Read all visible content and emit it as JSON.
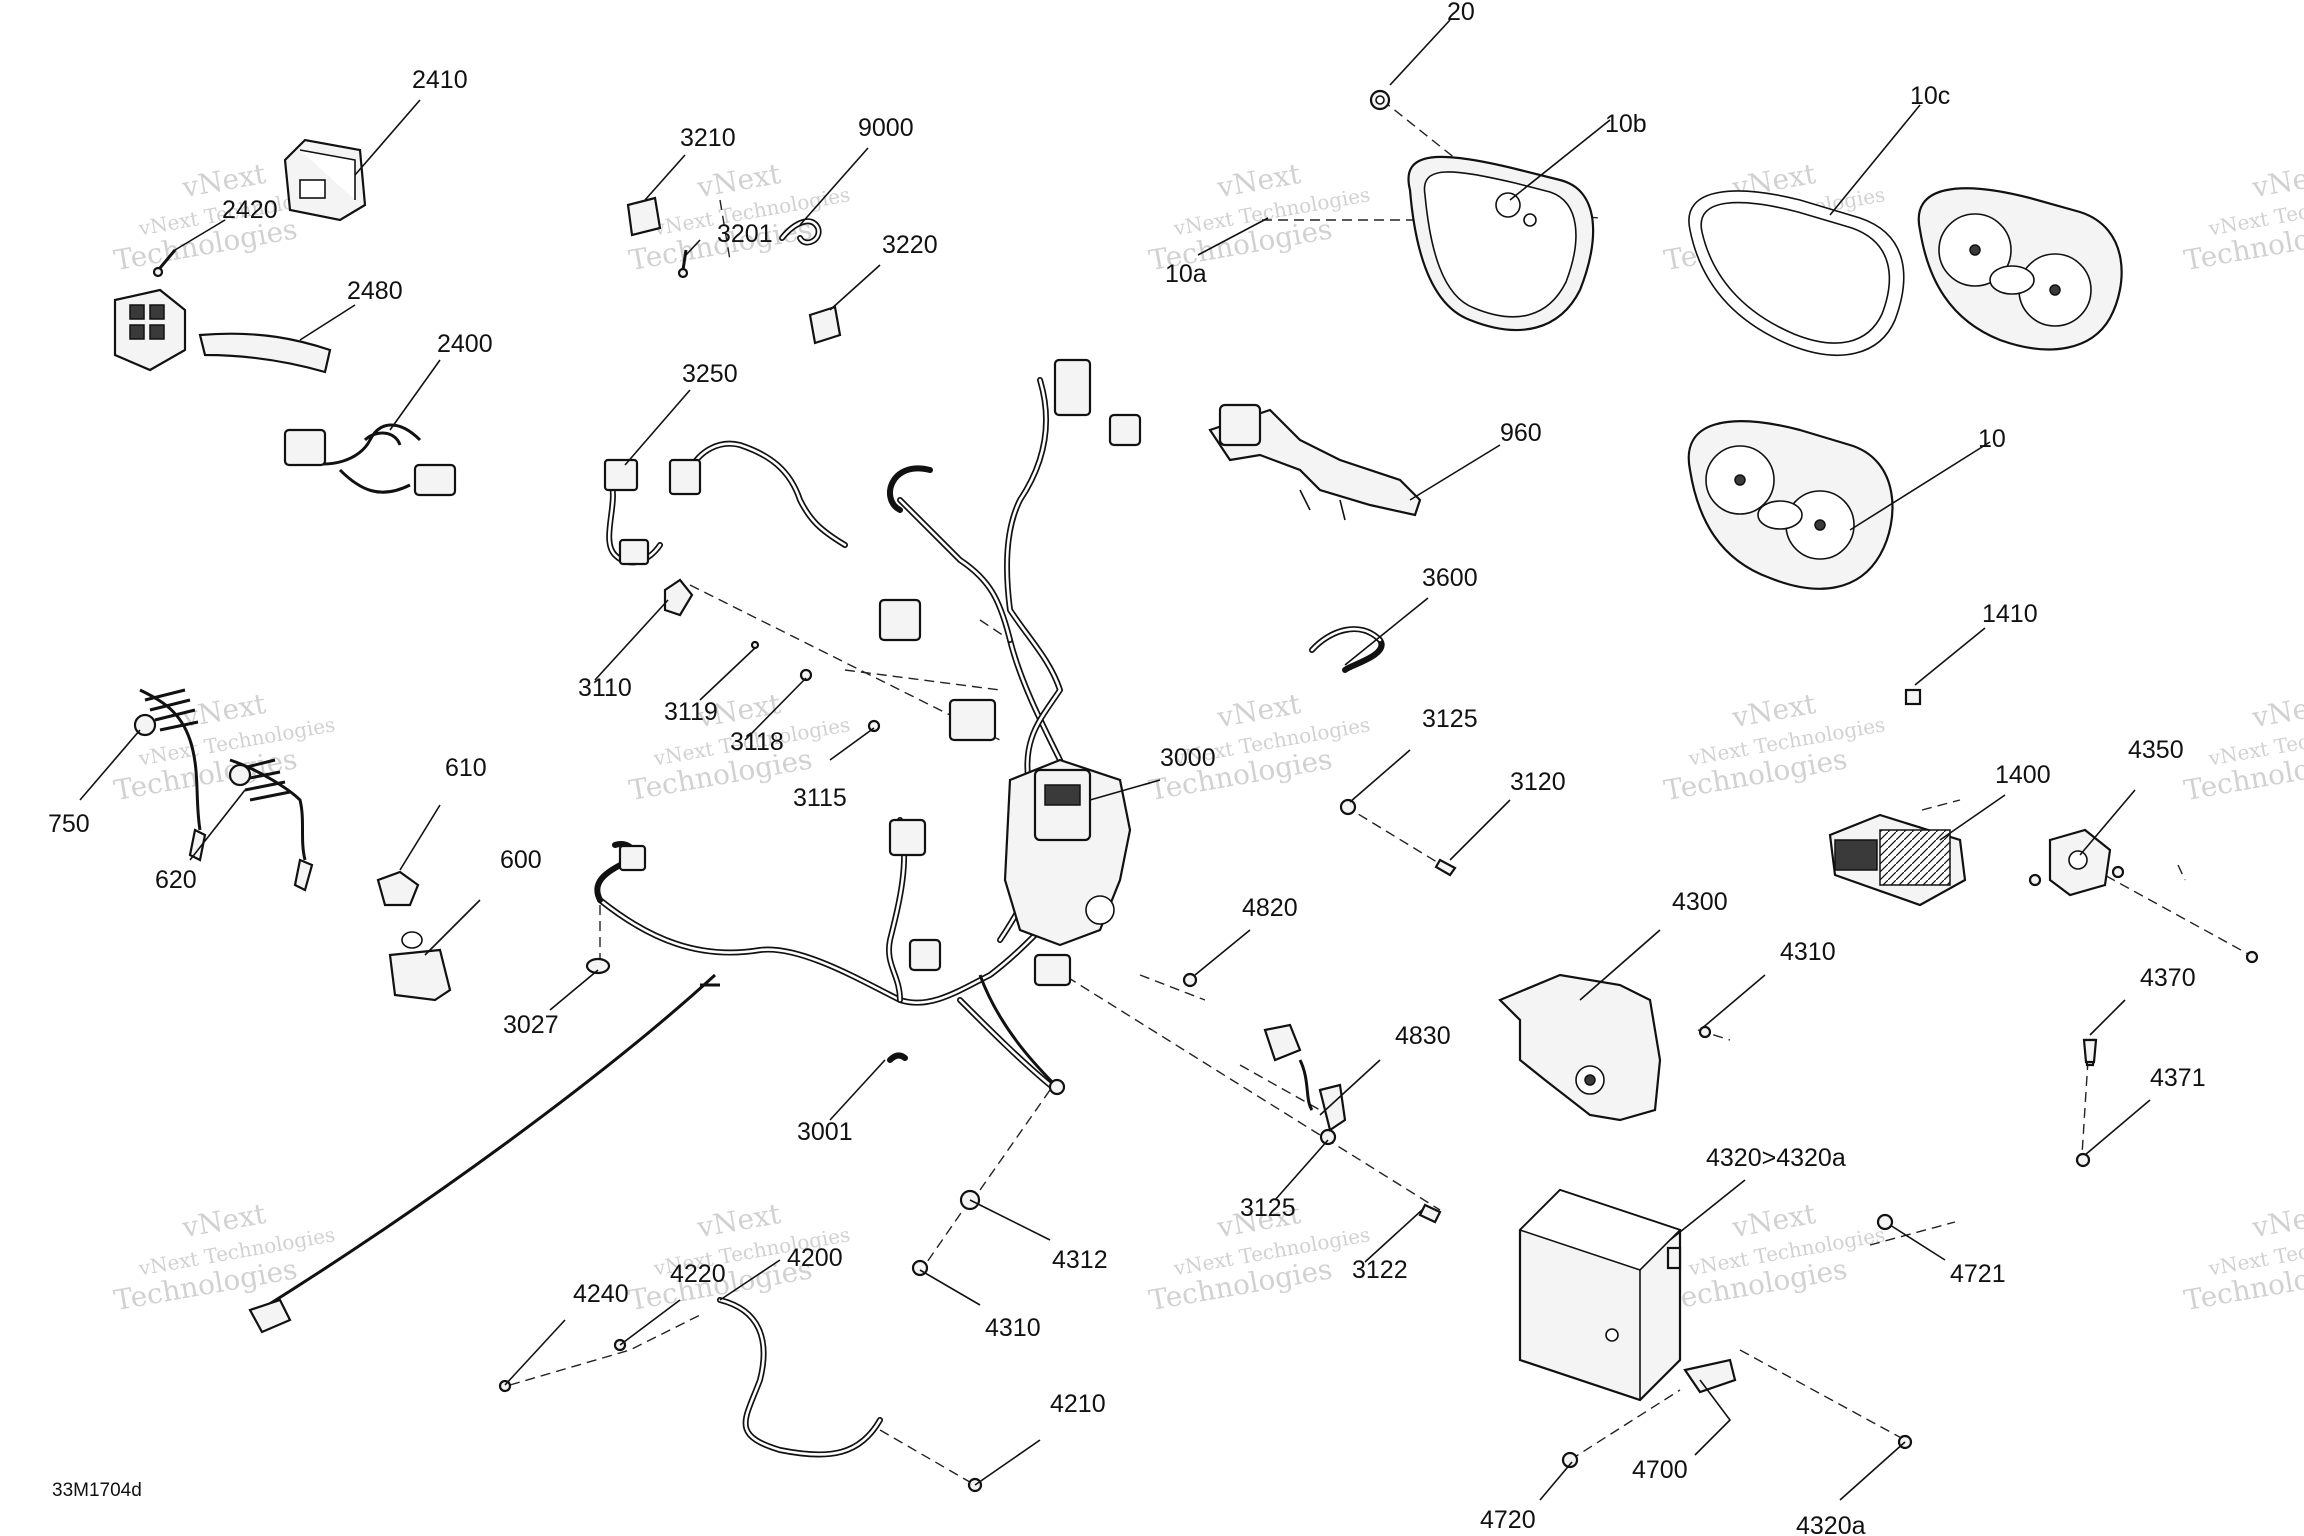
{
  "diagram_code": "33M1704d",
  "watermark": {
    "line1": "vNext Technologies",
    "line2": "vNext\nTechnologies"
  },
  "callouts": [
    {
      "id": "20",
      "label": "20"
    },
    {
      "id": "10b",
      "label": "10b"
    },
    {
      "id": "10c",
      "label": "10c"
    },
    {
      "id": "10a",
      "label": "10a"
    },
    {
      "id": "10",
      "label": "10"
    },
    {
      "id": "2410",
      "label": "2410"
    },
    {
      "id": "2420",
      "label": "2420"
    },
    {
      "id": "2480",
      "label": "2480"
    },
    {
      "id": "2400",
      "label": "2400"
    },
    {
      "id": "3210",
      "label": "3210"
    },
    {
      "id": "9000",
      "label": "9000"
    },
    {
      "id": "3201",
      "label": "3201"
    },
    {
      "id": "3220",
      "label": "3220"
    },
    {
      "id": "3250",
      "label": "3250"
    },
    {
      "id": "960",
      "label": "960"
    },
    {
      "id": "3600",
      "label": "3600"
    },
    {
      "id": "1410",
      "label": "1410"
    },
    {
      "id": "3110",
      "label": "3110"
    },
    {
      "id": "3119",
      "label": "3119"
    },
    {
      "id": "3118",
      "label": "3118"
    },
    {
      "id": "3115",
      "label": "3115"
    },
    {
      "id": "3125a",
      "label": "3125"
    },
    {
      "id": "3120",
      "label": "3120"
    },
    {
      "id": "3000",
      "label": "3000"
    },
    {
      "id": "1400",
      "label": "1400"
    },
    {
      "id": "4350",
      "label": "4350"
    },
    {
      "id": "750",
      "label": "750"
    },
    {
      "id": "620",
      "label": "620"
    },
    {
      "id": "610",
      "label": "610"
    },
    {
      "id": "600",
      "label": "600"
    },
    {
      "id": "3027",
      "label": "3027"
    },
    {
      "id": "4820",
      "label": "4820"
    },
    {
      "id": "4300",
      "label": "4300"
    },
    {
      "id": "4310a",
      "label": "4310"
    },
    {
      "id": "4370",
      "label": "4370"
    },
    {
      "id": "4371",
      "label": "4371"
    },
    {
      "id": "4830",
      "label": "4830"
    },
    {
      "id": "3001",
      "label": "3001"
    },
    {
      "id": "3125b",
      "label": "3125"
    },
    {
      "id": "4312",
      "label": "4312"
    },
    {
      "id": "4320",
      "label": "4320>4320a"
    },
    {
      "id": "3122",
      "label": "3122"
    },
    {
      "id": "4721",
      "label": "4721"
    },
    {
      "id": "4310b",
      "label": "4310"
    },
    {
      "id": "4240",
      "label": "4240"
    },
    {
      "id": "4220",
      "label": "4220"
    },
    {
      "id": "4200",
      "label": "4200"
    },
    {
      "id": "4210",
      "label": "4210"
    },
    {
      "id": "4700",
      "label": "4700"
    },
    {
      "id": "4720",
      "label": "4720"
    },
    {
      "id": "4320a",
      "label": "4320a"
    }
  ]
}
